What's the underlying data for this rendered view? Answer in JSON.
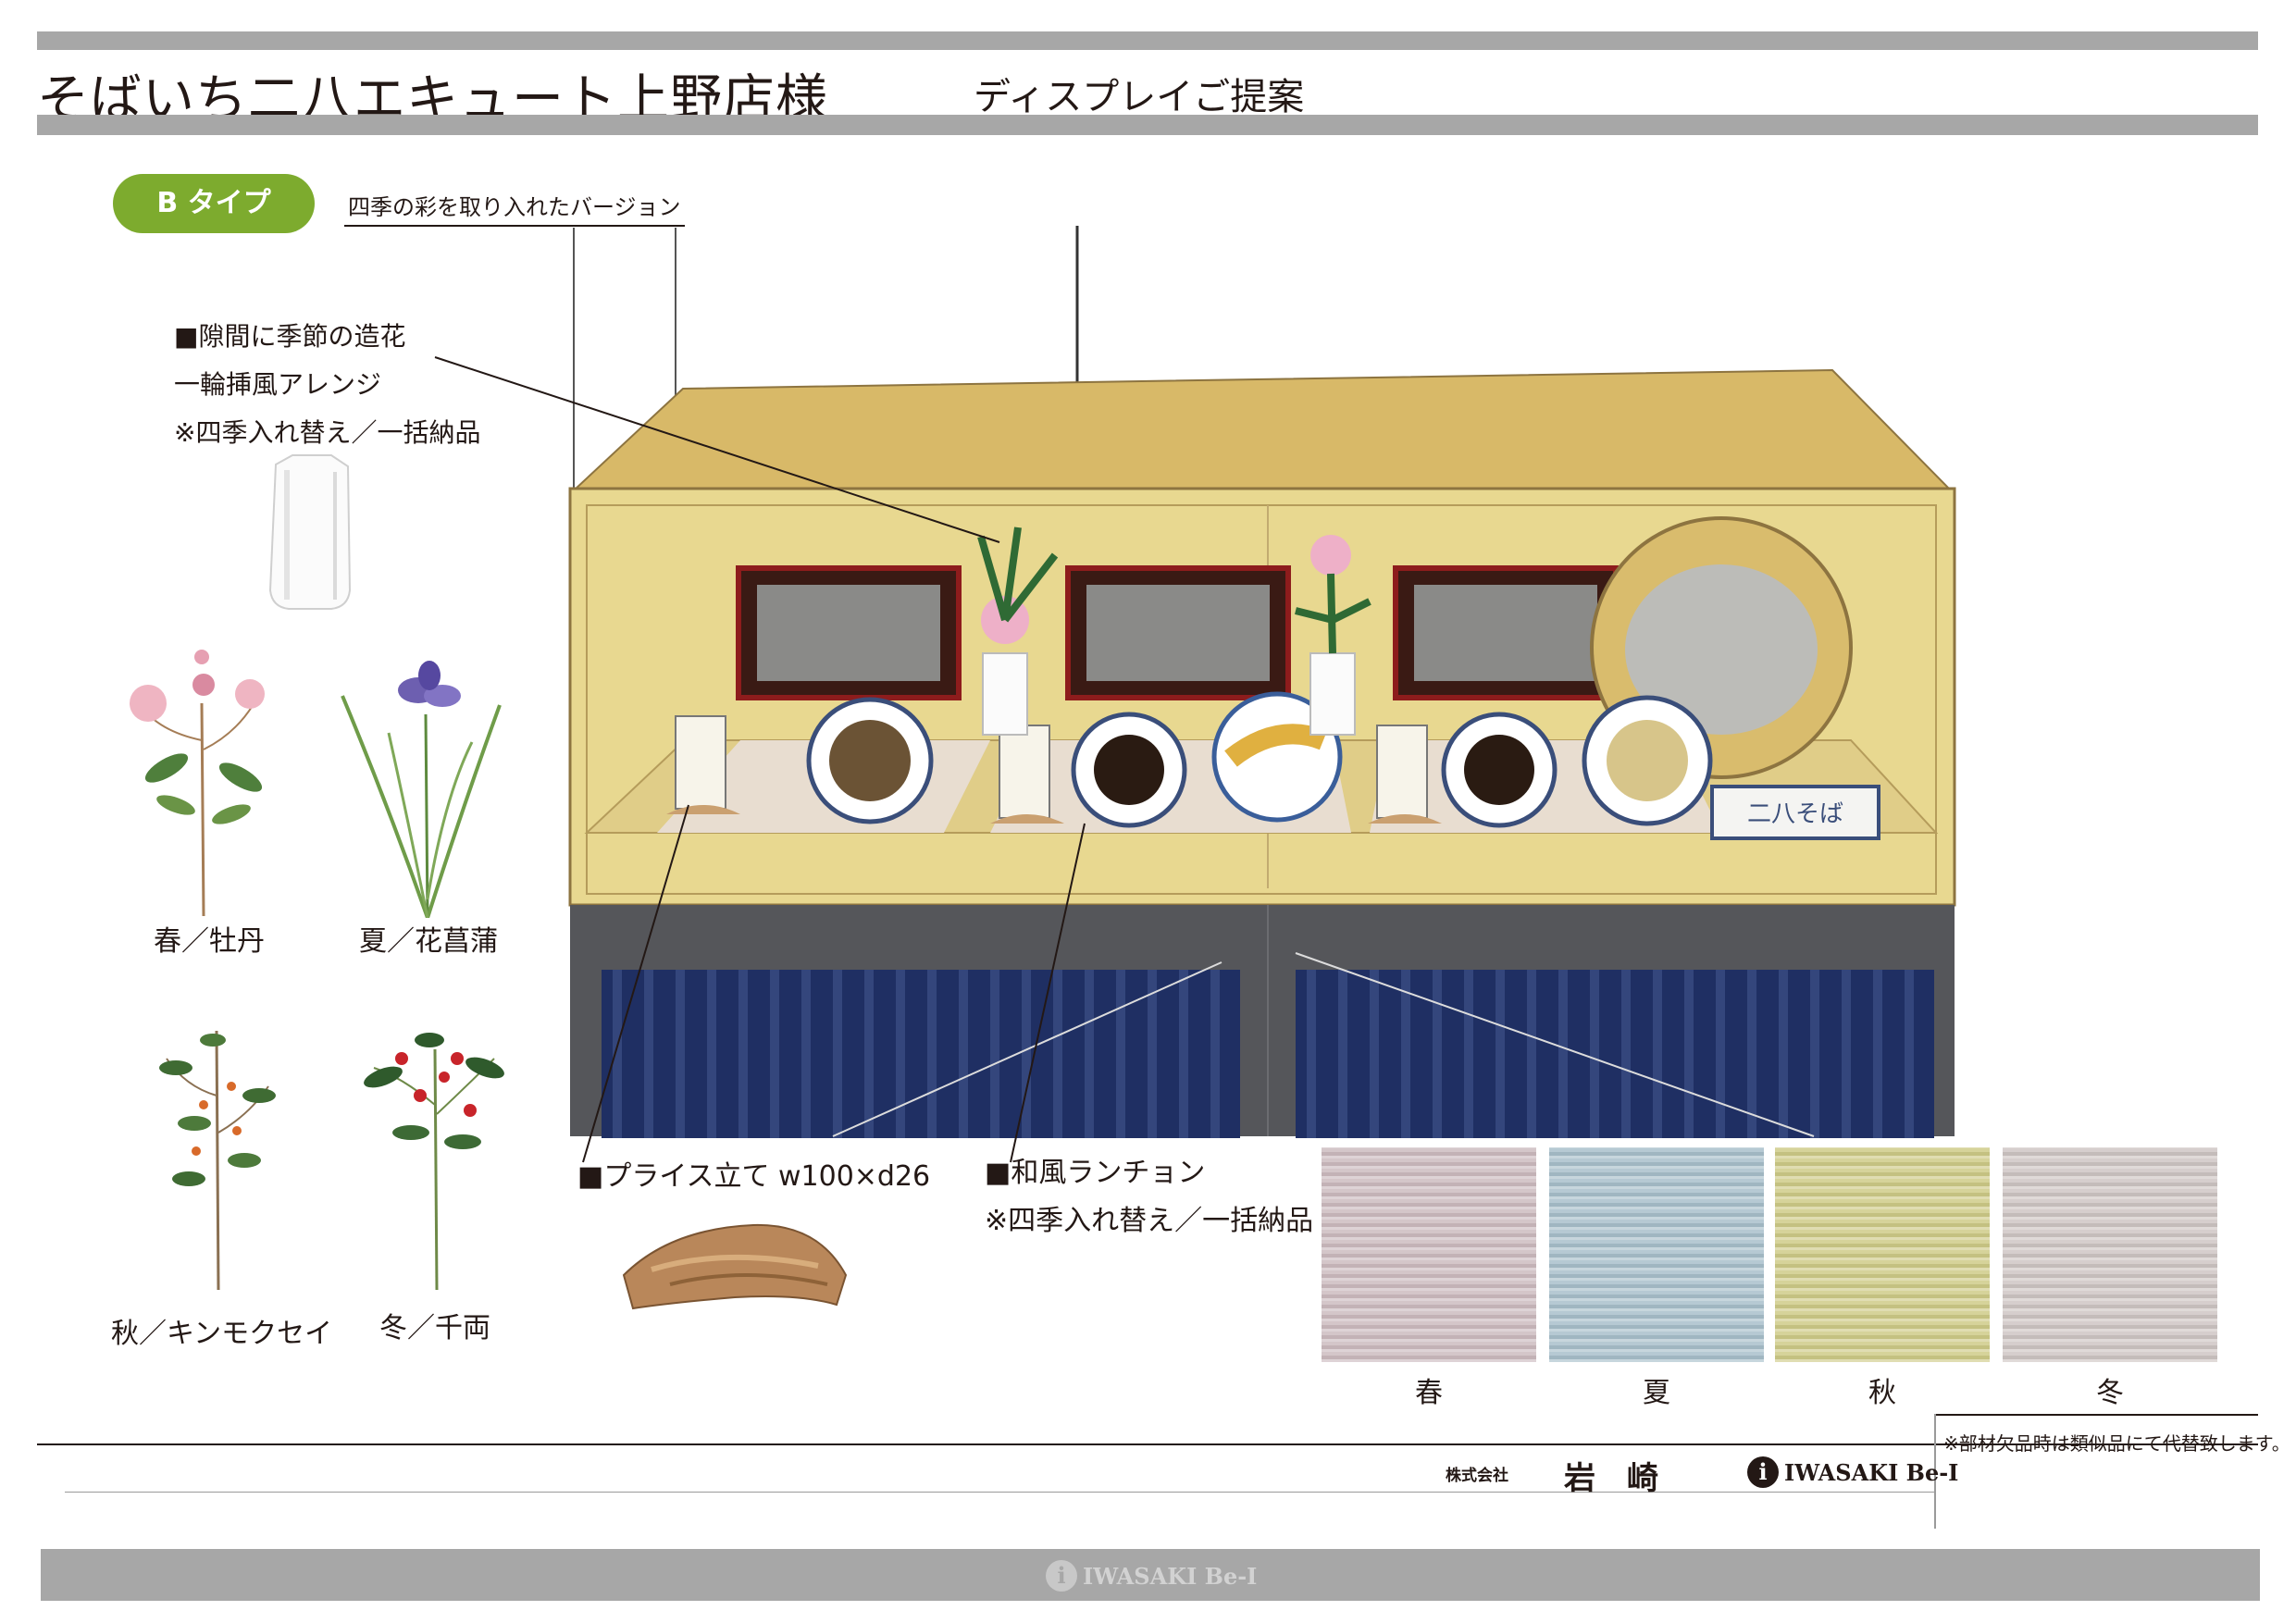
{
  "header": {
    "title": "そばいち二八エキュート上野店様",
    "subtitle": "ディスプレイご提案"
  },
  "type_badge": {
    "label": "B タイプ",
    "description": "四季の彩を取り入れたバージョン"
  },
  "notes": {
    "flower_line1": "■隙間に季節の造花",
    "flower_line2": "一輪挿風アレンジ",
    "flower_line3": "※四季入れ替え／一括納品",
    "price_stand": "■プライス立て w100×d26",
    "lunch_mat_line1": "■和風ランチョン",
    "lunch_mat_line2": "※四季入れ替え／一括納品"
  },
  "flowers": [
    {
      "label": "春／牡丹"
    },
    {
      "label": "夏／花菖蒲"
    },
    {
      "label": "秋／キンモクセイ"
    },
    {
      "label": "冬／千両"
    }
  ],
  "swatches": [
    {
      "label": "春",
      "color": "#cdbcc0"
    },
    {
      "label": "夏",
      "color": "#a9c0cb"
    },
    {
      "label": "秋",
      "color": "#cfcb88"
    },
    {
      "label": "冬",
      "color": "#cfc6c4"
    }
  ],
  "footer": {
    "disclaimer": "※部材欠品時は類似品にて代替致します。",
    "company_prefix": "株式会社",
    "company_name": "岩　崎",
    "brand": "IWASAKI Be-I",
    "watermark": "IWASAKI Be-I"
  },
  "display": {
    "sign_text": "二八そば"
  },
  "colors": {
    "accent_green": "#7dab2e",
    "header_bar": "#a7a7a7",
    "case_yellow": "#e8d890",
    "curtain_navy": "#1f2f63",
    "base_gray": "#55565a"
  }
}
